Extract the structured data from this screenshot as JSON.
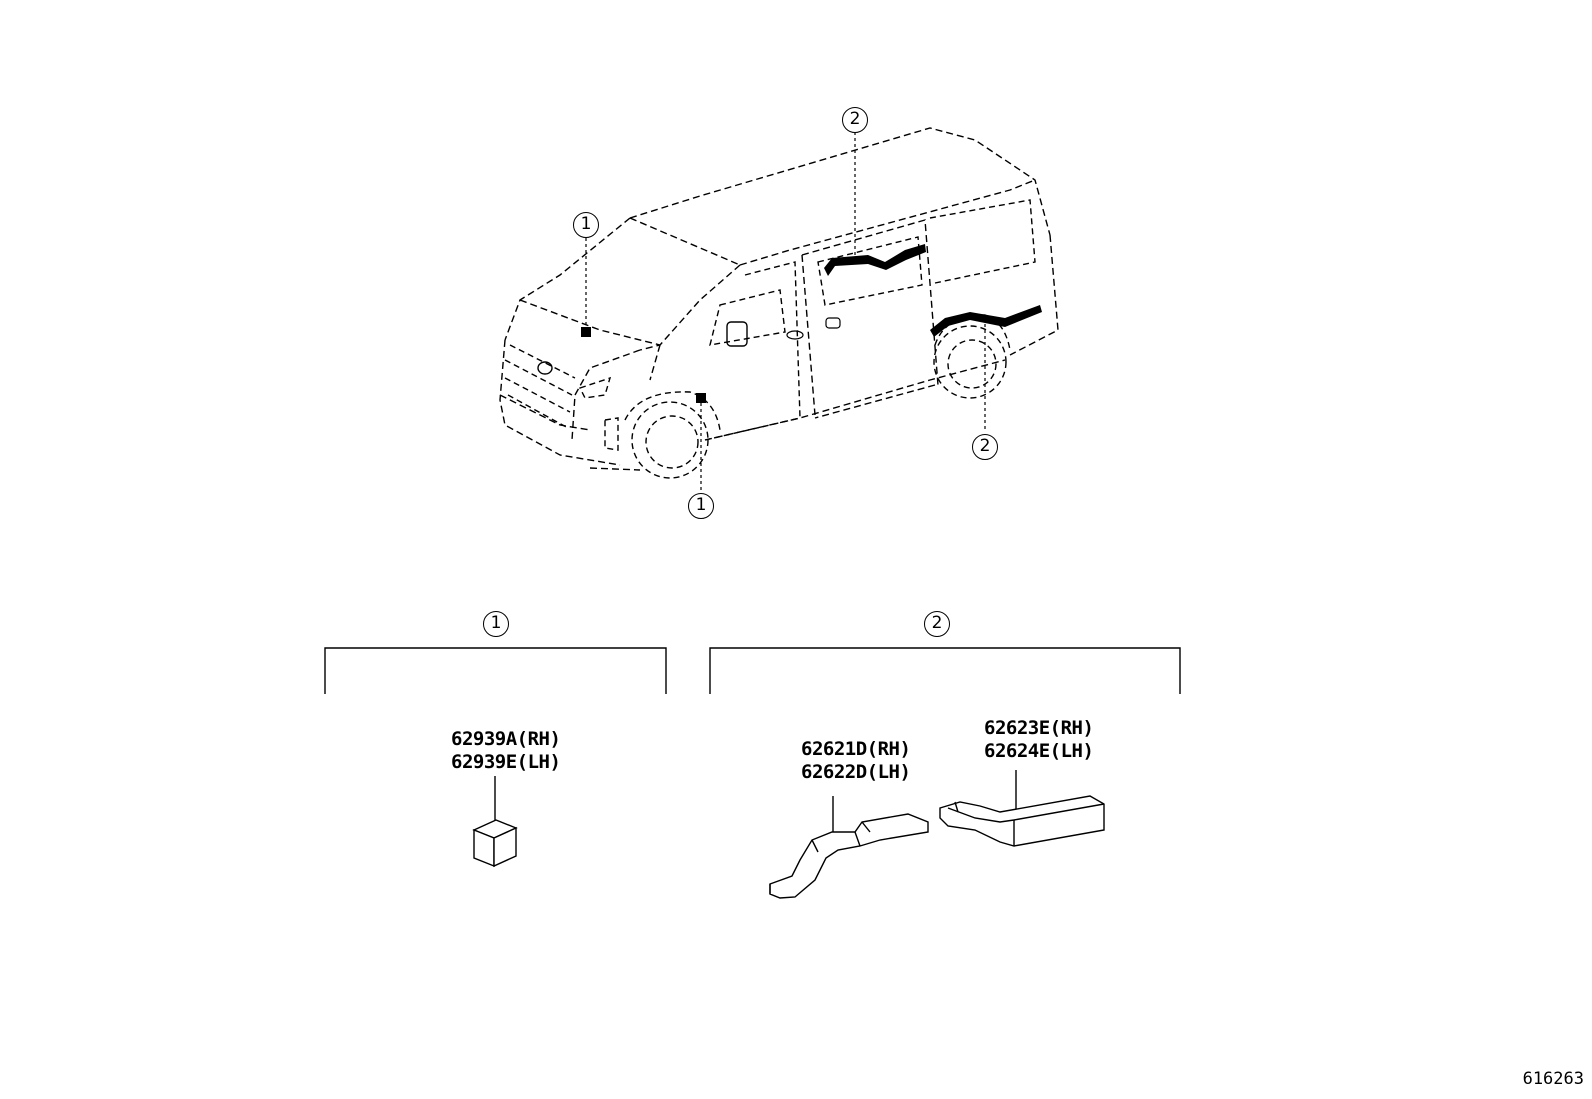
{
  "callouts": {
    "one": "1",
    "two": "2"
  },
  "groups": [
    {
      "marker": "1",
      "parts": [
        {
          "lines": [
            "62939A(RH)",
            "62939E(LH)"
          ],
          "shape": "block"
        }
      ]
    },
    {
      "marker": "2",
      "parts": [
        {
          "lines": [
            "62621D(RH)",
            "62622D(LH)"
          ],
          "shape": "rocker-piece"
        },
        {
          "lines": [
            "62623E(RH)",
            "62624E(LH)"
          ],
          "shape": "bar-piece"
        }
      ]
    }
  ],
  "illustration_ref": "616263",
  "colors": {
    "line": "#000000",
    "background": "#ffffff"
  }
}
